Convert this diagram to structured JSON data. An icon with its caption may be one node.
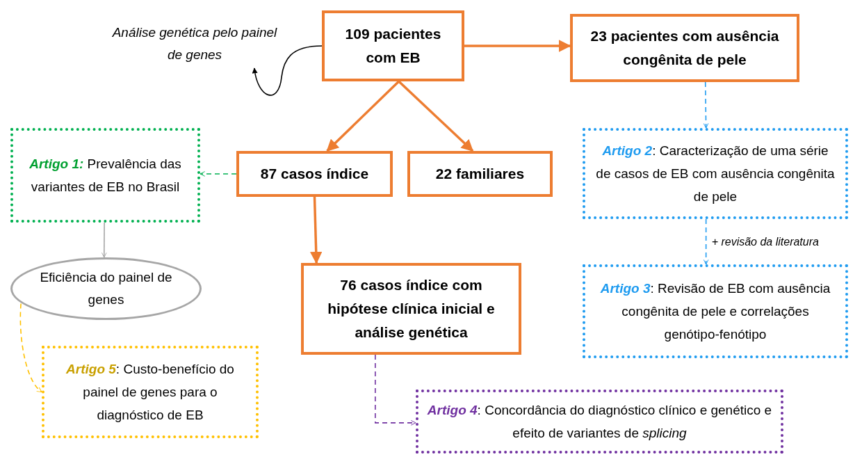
{
  "diagram": {
    "nodes": [
      {
        "text": [
          "Análise genética pelo painel de genes"
        ]
      },
      {
        "text": [
          "109 pacientes com EB"
        ]
      },
      {
        "text": [
          "23 pacientes com ausência congênita de pele"
        ]
      },
      {
        "text": [
          "Artigo 1:",
          "Prevalência das variantes de EB no Brasil"
        ]
      },
      {
        "text": [
          "87 casos índice"
        ]
      },
      {
        "text": [
          "22 familiares"
        ]
      },
      {
        "text": [
          "Artigo 2",
          ": Caracterização de uma série de casos de EB com ausência congênita de pele"
        ]
      },
      {
        "text": [
          "Eficiência do painel de genes"
        ]
      },
      {
        "text": [
          "76 casos índice com hipótese clínica inicial e análise genética"
        ]
      },
      {
        "text": [
          "Artigo 3",
          ": Revisão de EB com ausência congênita de pele e correlações genótipo-fenótipo"
        ]
      },
      {
        "text": [
          "Artigo 5",
          ": Custo-benefício do painel de genes para o diagnóstico de EB"
        ]
      },
      {
        "text": [
          "Artigo 4",
          ": Concordância do diagnóstico clínico e genético e efeito de variantes de *splicing*"
        ]
      }
    ],
    "edges": [
      {
        "from": 1,
        "to": 0,
        "arrow": "to",
        "color": "#000000"
      },
      {
        "from": 1,
        "to": 2,
        "arrow": "to",
        "style": "thick"
      },
      {
        "from": 1,
        "to": 4,
        "arrow": "to",
        "style": "thick"
      },
      {
        "from": 1,
        "to": 5,
        "arrow": "to",
        "style": "thick"
      },
      {
        "from": 4,
        "to": 3,
        "arrow": "to",
        "style": "dashed",
        "color": "#00b050"
      },
      {
        "from": 2,
        "to": 6,
        "arrow": "to",
        "style": "dashed",
        "color": "#1e9bf0"
      },
      {
        "from": 3,
        "to": 7,
        "arrow": "to",
        "color": "#a6a6a6"
      },
      {
        "from": 4,
        "to": 8,
        "arrow": "to",
        "style": "thick"
      },
      {
        "from": 6,
        "to": 9,
        "arrow": "to",
        "style": "dashed",
        "color": "#1e9bf0",
        "label": "+ revisão da literatura"
      },
      {
        "from": 7,
        "to": 10,
        "arrow": "to",
        "style": "dashed",
        "color": "#ffc000"
      },
      {
        "from": 8,
        "to": 11,
        "arrow": "to",
        "style": "dashed",
        "color": "#7030a0"
      }
    ]
  }
}
